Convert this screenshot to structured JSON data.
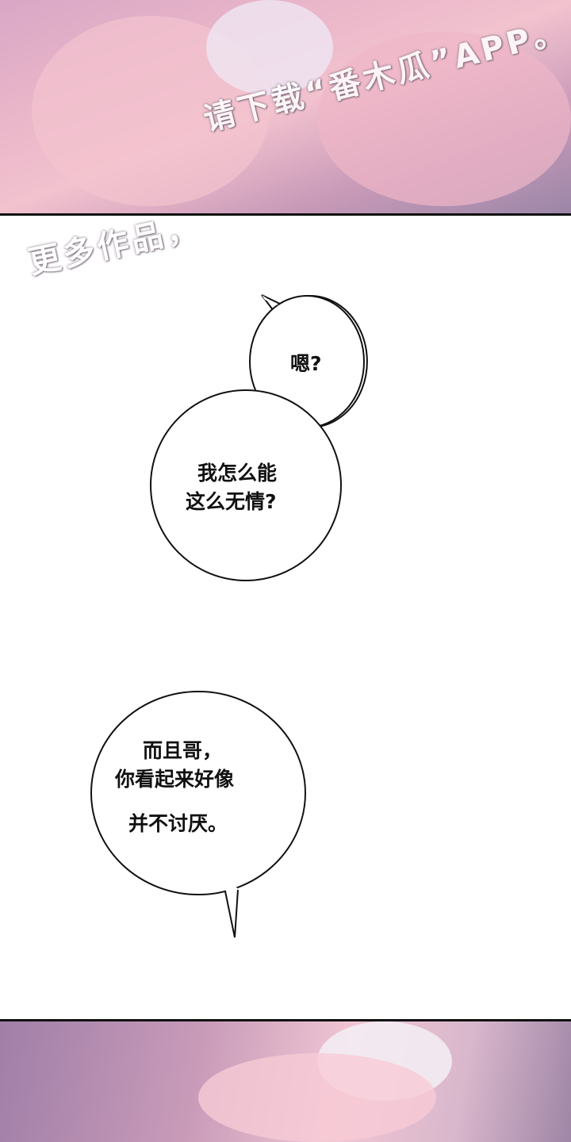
{
  "watermark": {
    "line_top": "请下载“番木瓜”APP。",
    "line_left": "更多作品，"
  },
  "bubbles": [
    {
      "text": "嗯?"
    },
    {
      "lines": [
        "我怎么能",
        "这么无情?"
      ]
    },
    {
      "lines": [
        "而且哥，",
        "你看起来好像",
        "并不讨厌。"
      ]
    }
  ]
}
